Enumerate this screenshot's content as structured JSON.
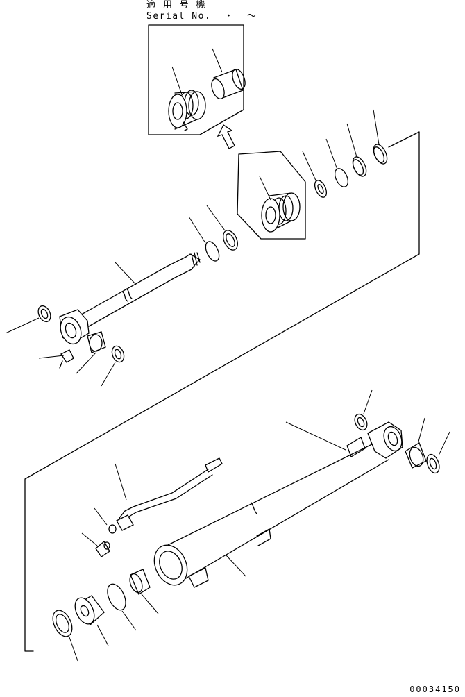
{
  "header": {
    "applicable_jp": "適 用 号 機",
    "serial_label": "Serial No.  ・  ～"
  },
  "document_id": "00034150"
}
